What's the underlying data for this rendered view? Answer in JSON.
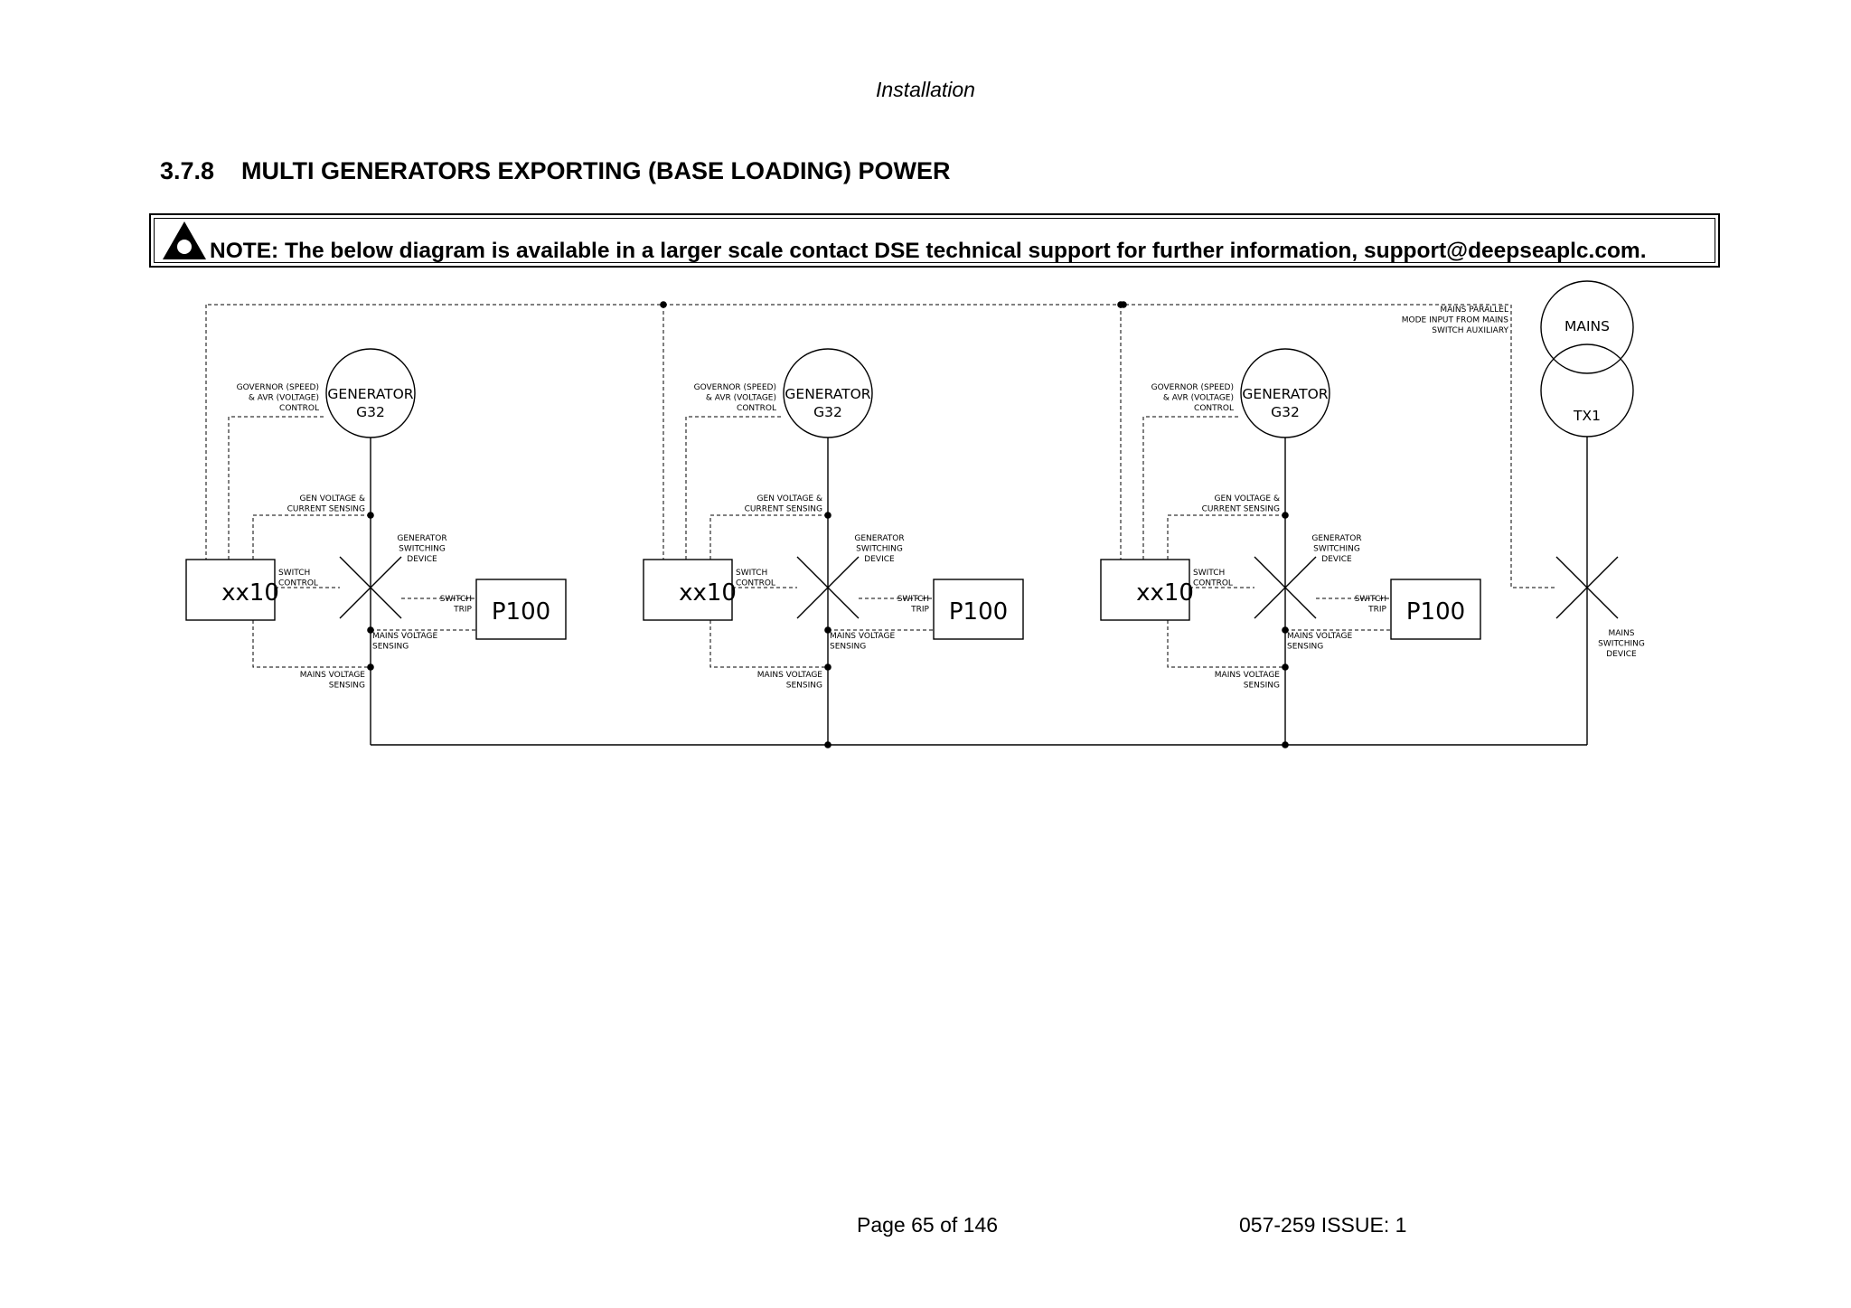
{
  "header": {
    "text": "Installation"
  },
  "section": {
    "number": "3.7.8",
    "title": "MULTI GENERATORS EXPORTING (BASE LOADING) POWER"
  },
  "note": {
    "text": "NOTE: The below diagram is available in a larger scale contact DSE technical support for further information, support@deepseaplc.com."
  },
  "diagram": {
    "blocks": [
      {
        "generator": [
          "GENERATOR",
          "G32"
        ],
        "governor": [
          "GOVERNOR (SPEED)",
          "& AVR (VOLTAGE)",
          "CONTROL"
        ],
        "gen_sensing": [
          "GEN VOLTAGE &",
          "CURRENT SENSING"
        ],
        "switching_device": [
          "GENERATOR",
          "SWITCHING",
          "DEVICE"
        ],
        "controller": "xx10",
        "switch_control": [
          "SWITCH",
          "CONTROL"
        ],
        "switch_trip": [
          "SWITCH",
          "TRIP"
        ],
        "protection": "P100",
        "mains_sensing_1": [
          "MAINS VOLTAGE",
          "SENSING"
        ],
        "mains_sensing_2": [
          "MAINS VOLTAGE",
          "SENSING"
        ]
      },
      {
        "generator": [
          "GENERATOR",
          "G32"
        ],
        "governor": [
          "GOVERNOR (SPEED)",
          "& AVR (VOLTAGE)",
          "CONTROL"
        ],
        "gen_sensing": [
          "GEN VOLTAGE &",
          "CURRENT SENSING"
        ],
        "switching_device": [
          "GENERATOR",
          "SWITCHING",
          "DEVICE"
        ],
        "controller": "xx10",
        "switch_control": [
          "SWITCH",
          "CONTROL"
        ],
        "switch_trip": [
          "SWITCH",
          "TRIP"
        ],
        "protection": "P100",
        "mains_sensing_1": [
          "MAINS VOLTAGE",
          "SENSING"
        ],
        "mains_sensing_2": [
          "MAINS VOLTAGE",
          "SENSING"
        ]
      },
      {
        "generator": [
          "GENERATOR",
          "G32"
        ],
        "governor": [
          "GOVERNOR (SPEED)",
          "& AVR (VOLTAGE)",
          "CONTROL"
        ],
        "gen_sensing": [
          "GEN VOLTAGE &",
          "CURRENT SENSING"
        ],
        "switching_device": [
          "GENERATOR",
          "SWITCHING",
          "DEVICE"
        ],
        "controller": "xx10",
        "switch_control": [
          "SWITCH",
          "CONTROL"
        ],
        "switch_trip": [
          "SWITCH",
          "TRIP"
        ],
        "protection": "P100",
        "mains_sensing_1": [
          "MAINS VOLTAGE",
          "SENSING"
        ],
        "mains_sensing_2": [
          "MAINS VOLTAGE",
          "SENSING"
        ]
      }
    ],
    "mains_parallel": [
      "MAINS PARALLEL",
      "MODE INPUT FROM MAINS",
      "SWITCH AUXILIARY"
    ],
    "mains": "MAINS",
    "transformer": "TX1",
    "mains_switching": [
      "MAINS",
      "SWITCHING",
      "DEVICE"
    ]
  },
  "footer": {
    "page": "Page 65 of 146",
    "issue": "057-259   ISSUE: 1"
  }
}
